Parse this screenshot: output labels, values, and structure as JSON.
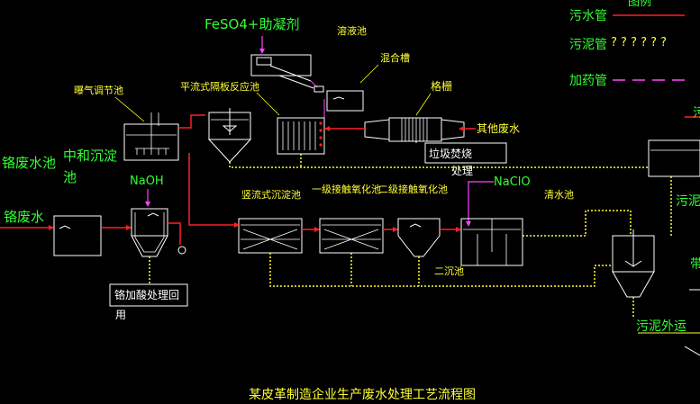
{
  "title": "某皮革制造企业生产废水处理工艺流程图",
  "legend": {
    "heading": "图例",
    "sewage_pipe": "污水管",
    "sludge_pipe": "污泥管",
    "sludge_pattern": "? ? ? ? ? ?",
    "dosing_pipe": "加药管"
  },
  "labels": {
    "feso4": "FeSO4+助凝剂",
    "dissolve_tank": "溶液池",
    "mix_tank": "混合槽",
    "grille": "格栅",
    "other_wastewater": "其他废水",
    "aeration_tank": "曝气调节池",
    "parallel_plate": "平流式隔板反应池",
    "garbage_burn": "垃圾焚烧",
    "disposal": "处理",
    "chrome_tank": "铬废水池",
    "neutral_sed_1": "中和沉淀",
    "neutral_sed_2": "池",
    "naoh": "NaOH",
    "chrome_water": "铬废水",
    "vertical_sed": "竖流式沉淀池",
    "contact_ox_1": "一级接触氧化池",
    "contact_ox_2": "二级接触氧化池",
    "naclo": "NaClO",
    "clear_tank": "清水池",
    "secondary_sed": "二沉池",
    "chrome_recover_1": "铬加酸处理回",
    "chrome_recover_2": "用",
    "sludge_out": "污泥外运",
    "sludge_tank_partial": "污泥",
    "partial_right_1": "污",
    "partial_right_2": "带"
  },
  "colors": {
    "sewage": "#ff2020",
    "sludge": "#ffff33",
    "dosing": "#ff44ff",
    "equipment": "#ffffff",
    "label_green": "#33ff33",
    "label_yellow": "#ffff33"
  }
}
